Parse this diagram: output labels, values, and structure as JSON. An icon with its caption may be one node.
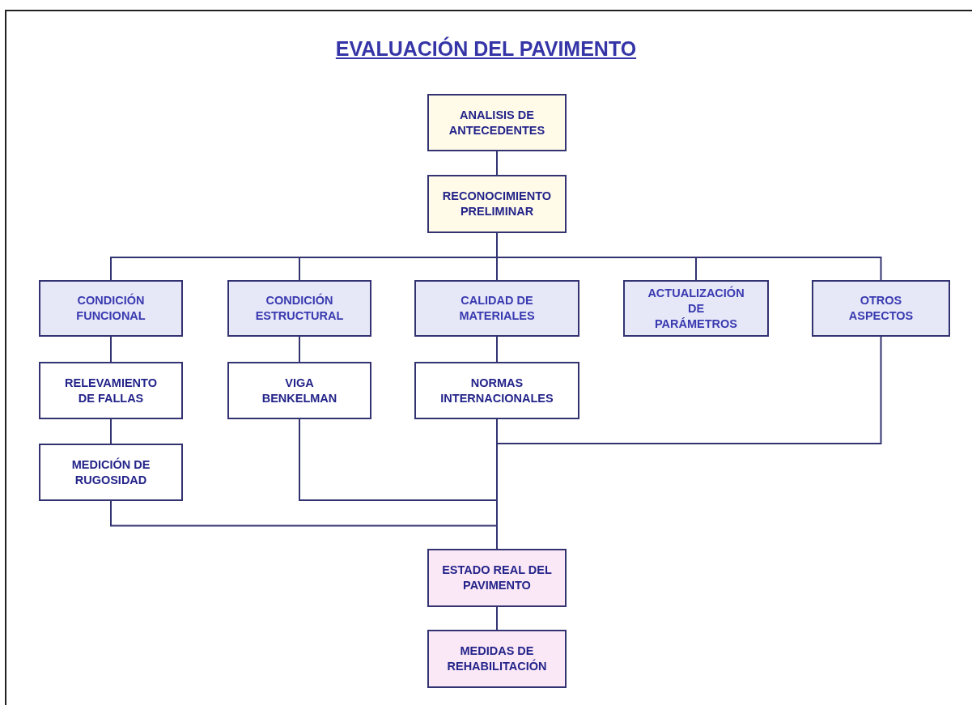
{
  "diagram": {
    "title": "EVALUACIÓN DEL PAVIMENTO",
    "nodes": [
      {
        "text": [
          "ANALISIS DE ANTECEDENTES"
        ]
      },
      {
        "text": [
          "RECONOCIMIENTO PRELIMINAR"
        ]
      },
      {
        "text": [
          "CONDICIÓN FUNCIONAL"
        ]
      },
      {
        "text": [
          "CONDICIÓN ESTRUCTURAL"
        ]
      },
      {
        "text": [
          "CALIDAD DE MATERIALES"
        ]
      },
      {
        "text": [
          "ACTUALIZACIÓN DE PARÁMETROS"
        ]
      },
      {
        "text": [
          "OTROS ASPECTOS"
        ]
      },
      {
        "text": [
          "RELEVAMIENTO DE FALLAS"
        ]
      },
      {
        "text": [
          "VIGA BENKELMAN"
        ]
      },
      {
        "text": [
          "NORMAS INTERNACIONALES"
        ]
      },
      {
        "text": [
          "MEDICIÓN DE RUGOSIDAD"
        ]
      },
      {
        "text": [
          "ESTADO REAL DEL PAVIMENTO"
        ]
      },
      {
        "text": [
          "MEDIDAS DE REHABILITACIÓN"
        ]
      }
    ],
    "edges": [
      {
        "from": 0,
        "to": 1,
        "arrow": "none"
      },
      {
        "from": 1,
        "to": 2,
        "arrow": "none"
      },
      {
        "from": 1,
        "to": 3,
        "arrow": "none"
      },
      {
        "from": 1,
        "to": 4,
        "arrow": "none"
      },
      {
        "from": 1,
        "to": 5,
        "arrow": "none"
      },
      {
        "from": 1,
        "to": 6,
        "arrow": "none"
      },
      {
        "from": 2,
        "to": 7,
        "arrow": "none"
      },
      {
        "from": 7,
        "to": 10,
        "arrow": "none"
      },
      {
        "from": 3,
        "to": 8,
        "arrow": "none"
      },
      {
        "from": 4,
        "to": 9,
        "arrow": "none"
      },
      {
        "from": 10,
        "to": 11,
        "arrow": "none"
      },
      {
        "from": 8,
        "to": 11,
        "arrow": "none"
      },
      {
        "from": 9,
        "to": 11,
        "arrow": "none"
      },
      {
        "from": 6,
        "to": 11,
        "arrow": "none"
      },
      {
        "from": 11,
        "to": 12,
        "arrow": "none"
      }
    ]
  }
}
